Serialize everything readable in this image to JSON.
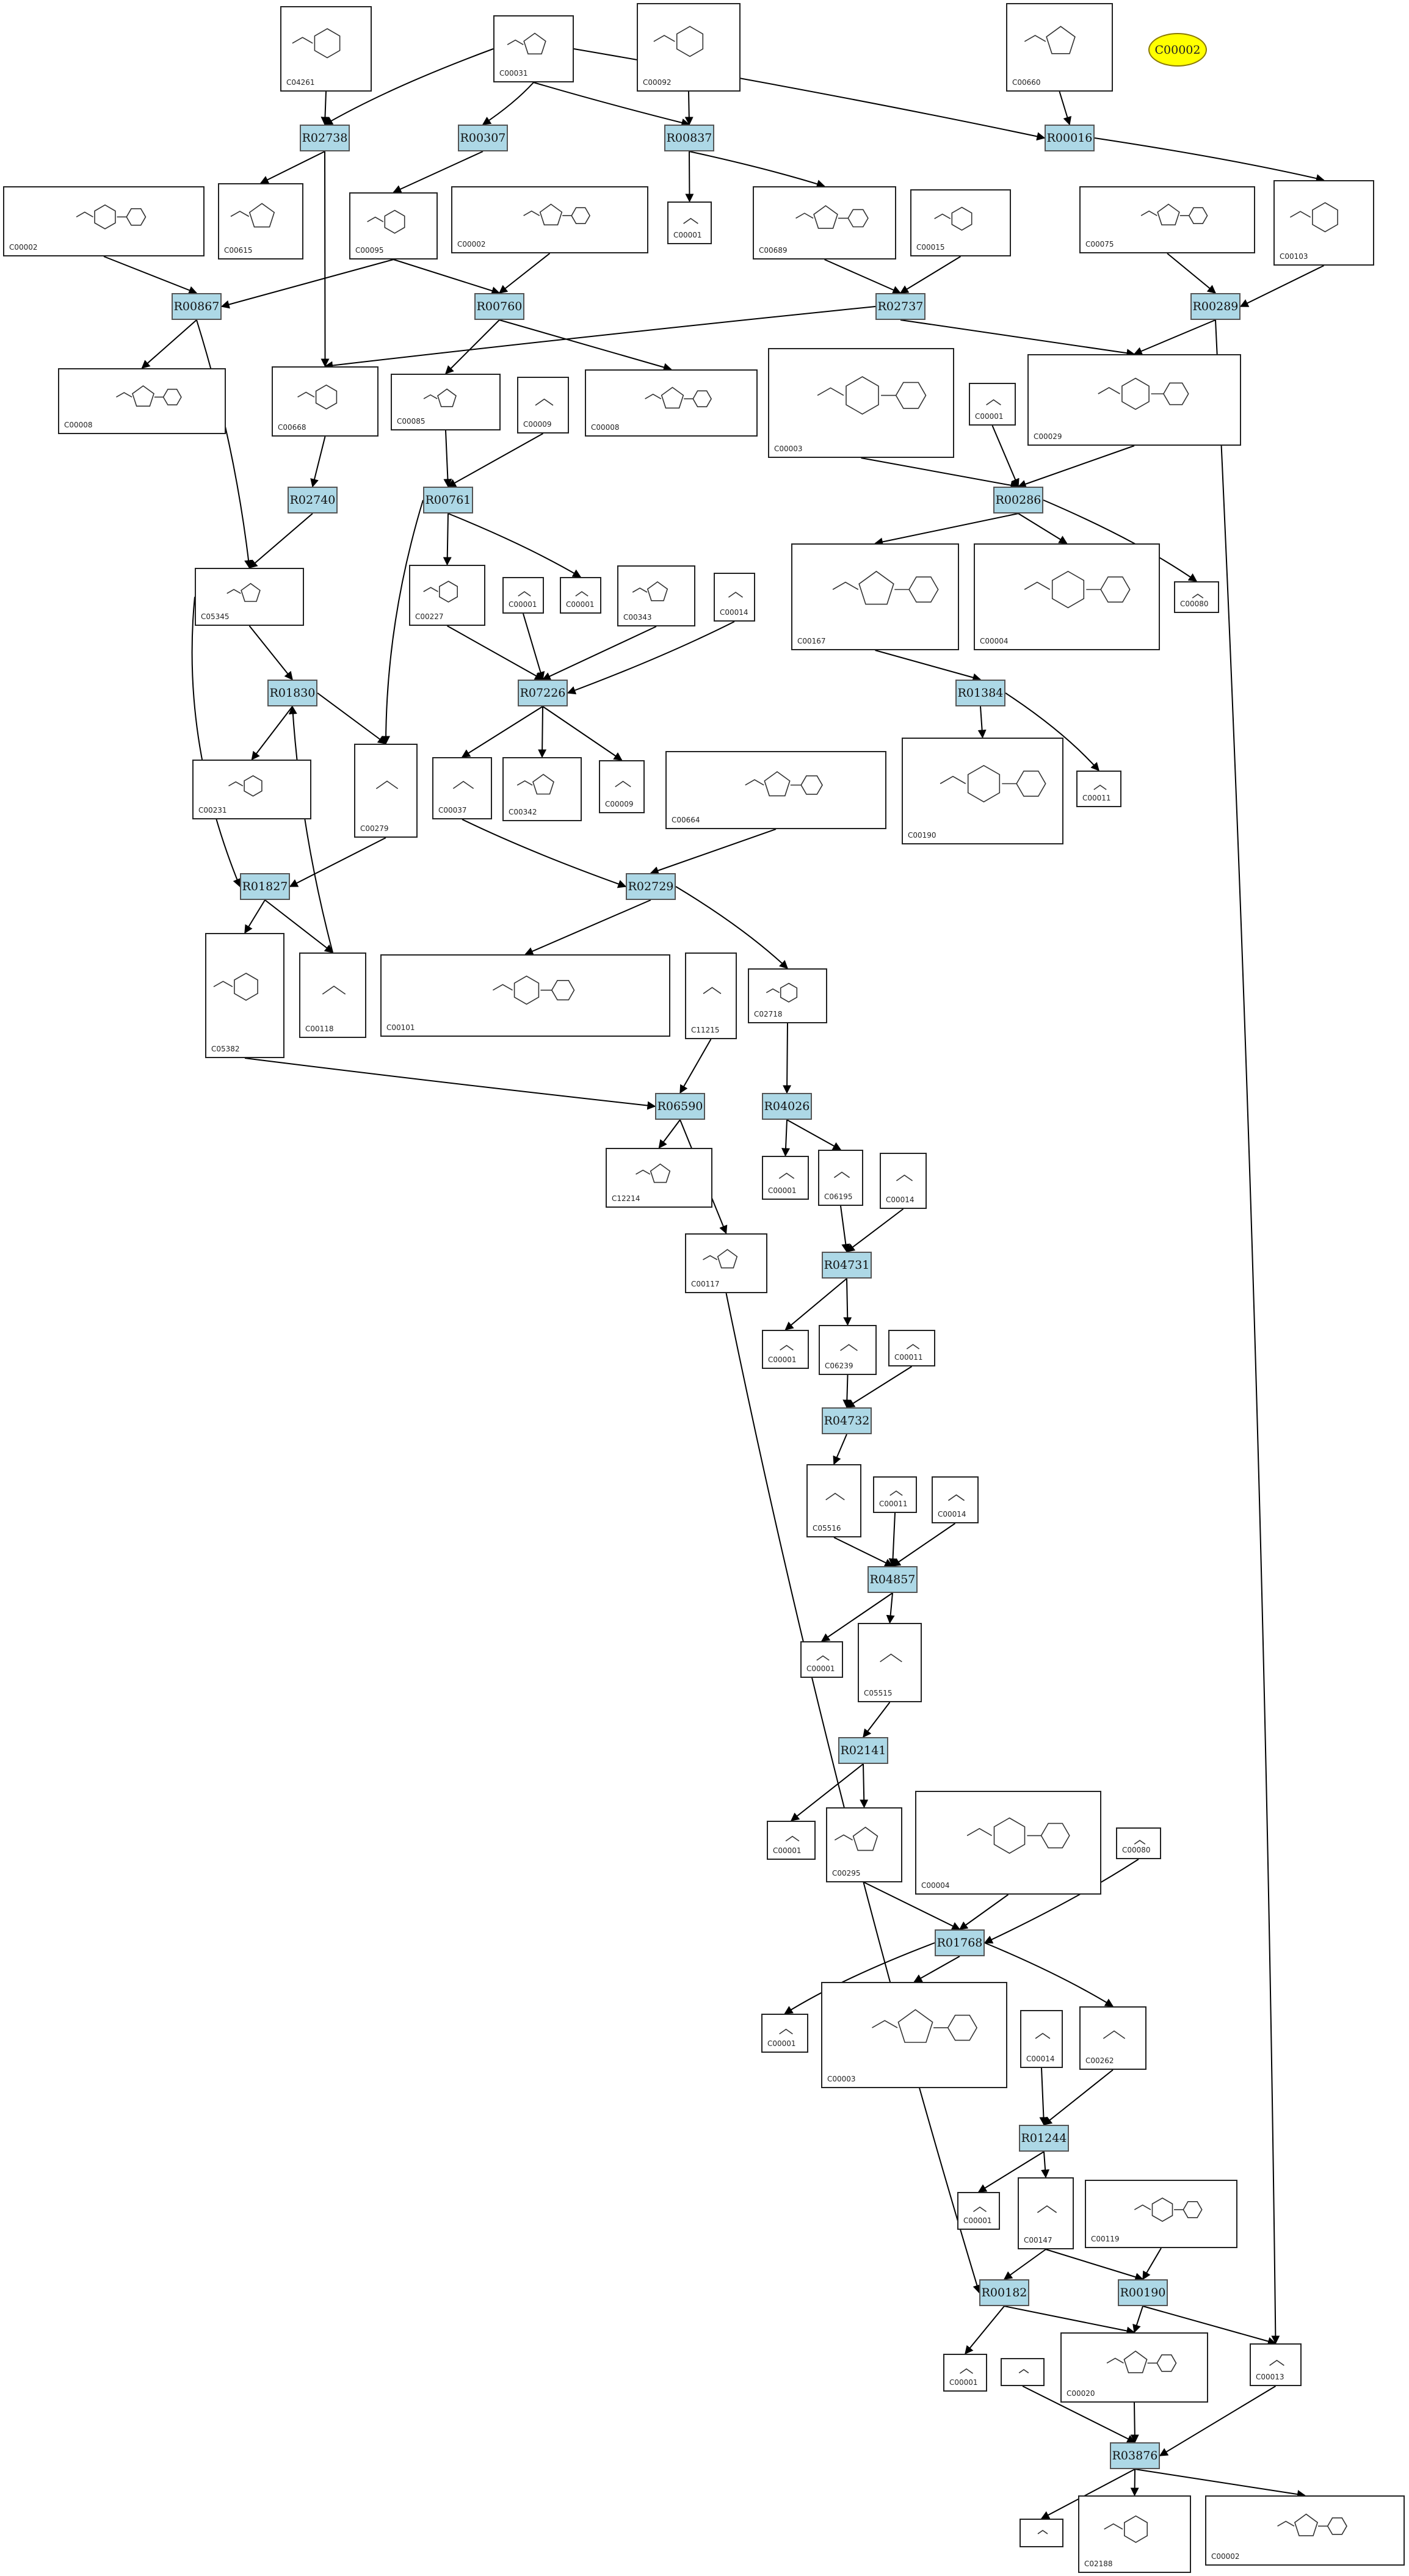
{
  "highlight": {
    "label": "C00002",
    "color": "#ffff00"
  },
  "colors": {
    "reaction": "#add8e6",
    "edge": "#000000",
    "compound_border": "#222222"
  },
  "compounds": [
    {
      "id": "C04261"
    },
    {
      "id": "C00031"
    },
    {
      "id": "C00092"
    },
    {
      "id": "C00660"
    },
    {
      "id": "C00002"
    },
    {
      "id": "C00615"
    },
    {
      "id": "C00095"
    },
    {
      "id": "C00002"
    },
    {
      "id": "C00001"
    },
    {
      "id": "C00689"
    },
    {
      "id": "C00015"
    },
    {
      "id": "C00075"
    },
    {
      "id": "C00103"
    },
    {
      "id": "C00008"
    },
    {
      "id": "C00668"
    },
    {
      "id": "C00085"
    },
    {
      "id": "C00009"
    },
    {
      "id": "C00008"
    },
    {
      "id": "C00003"
    },
    {
      "id": "C00001"
    },
    {
      "id": "C00029"
    },
    {
      "id": "C05345"
    },
    {
      "id": "C00227"
    },
    {
      "id": "C00001"
    },
    {
      "id": "C00001"
    },
    {
      "id": "C00343"
    },
    {
      "id": "C00014"
    },
    {
      "id": "C00167"
    },
    {
      "id": "C00004"
    },
    {
      "id": "C00080"
    },
    {
      "id": "C00231"
    },
    {
      "id": "C00279"
    },
    {
      "id": "C00037"
    },
    {
      "id": "C00342"
    },
    {
      "id": "C00009"
    },
    {
      "id": "C00664"
    },
    {
      "id": "C00190"
    },
    {
      "id": "C00011"
    },
    {
      "id": "C05382"
    },
    {
      "id": "C00118"
    },
    {
      "id": "C00101"
    },
    {
      "id": "C11215"
    },
    {
      "id": "C02718"
    },
    {
      "id": "C12214"
    },
    {
      "id": "C00001"
    },
    {
      "id": "C06195"
    },
    {
      "id": "C00014"
    },
    {
      "id": "C00117"
    },
    {
      "id": "C00001"
    },
    {
      "id": "C06239"
    },
    {
      "id": "C00011"
    },
    {
      "id": "C05516"
    },
    {
      "id": "C00011"
    },
    {
      "id": "C00014"
    },
    {
      "id": "C00001"
    },
    {
      "id": "C05515"
    },
    {
      "id": "C00001"
    },
    {
      "id": "C00295"
    },
    {
      "id": "C00004"
    },
    {
      "id": "C00080"
    },
    {
      "id": "C00001"
    },
    {
      "id": "C00003"
    },
    {
      "id": "C00014"
    },
    {
      "id": "C00262"
    },
    {
      "id": "C00001"
    },
    {
      "id": "C00147"
    },
    {
      "id": "C00119"
    },
    {
      "id": "C00001"
    },
    {
      "id": ""
    },
    {
      "id": "C00020"
    },
    {
      "id": "C00013"
    },
    {
      "id": ""
    },
    {
      "id": "C02188"
    },
    {
      "id": "C00002"
    }
  ],
  "reactions": [
    "R02738",
    "R00307",
    "R00837",
    "R00016",
    "R00867",
    "R00760",
    "R02737",
    "R00289",
    "R02740",
    "R00761",
    "R00286",
    "R01830",
    "R07226",
    "R01384",
    "R01827",
    "R02729",
    "R06590",
    "R04026",
    "R04731",
    "R04732",
    "R04857",
    "R02141",
    "R01768",
    "R01244",
    "R00182",
    "R00190",
    "R03876"
  ]
}
